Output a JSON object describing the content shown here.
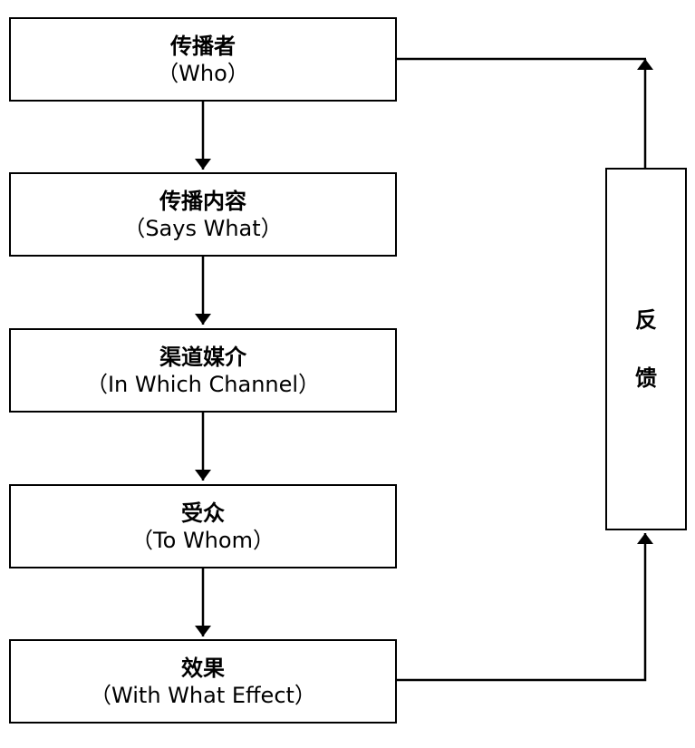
{
  "stages": [
    {
      "zh": "传播者",
      "en": "（Who）"
    },
    {
      "zh": "传播内容",
      "en": "（Says What）"
    },
    {
      "zh": "渠道媒介",
      "en": "（In Which Channel）"
    },
    {
      "zh": "受众",
      "en": "（To Whom）"
    },
    {
      "zh": "效果",
      "en": "（With What Effect）"
    }
  ],
  "feedback": {
    "char1": "反",
    "char2": "馈"
  }
}
